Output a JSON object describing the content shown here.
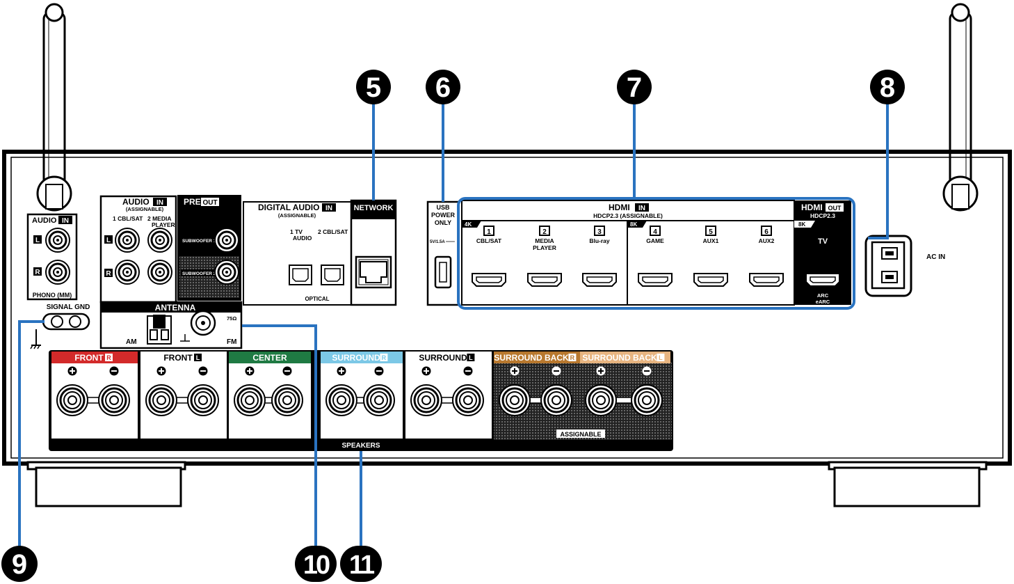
{
  "colors": {
    "accent_blue": "#2a73c0",
    "front_r": "#d32a2a",
    "center": "#1f7a43",
    "surround": "#7cc8e6",
    "surround_back_r": "#b8782e",
    "surround_back_l": "#e7b480"
  },
  "callouts": [
    {
      "id": "5",
      "label": "5"
    },
    {
      "id": "6",
      "label": "6"
    },
    {
      "id": "7",
      "label": "7"
    },
    {
      "id": "8",
      "label": "8"
    },
    {
      "id": "9",
      "label": "9"
    },
    {
      "id": "10",
      "label": "10"
    },
    {
      "id": "11",
      "label": "11"
    }
  ],
  "audio_in_left": {
    "title": "AUDIO",
    "badge": "IN",
    "l": "L",
    "r": "R",
    "sub": "PHONO (MM)"
  },
  "signal_gnd": "SIGNAL GND",
  "audio_in_assign": {
    "title": "AUDIO",
    "badge": "IN",
    "sub": "(ASSIGNABLE)",
    "col1": "1 CBL/SAT",
    "col2": "2  MEDIA",
    "col2b": "PLAYER",
    "l": "L",
    "r": "R"
  },
  "pre_out": {
    "title": "PRE",
    "badge": "OUT",
    "sub1": "SUBWOOFER 1",
    "sub2": "SUBWOOFER 2"
  },
  "digital_audio": {
    "title": "DIGITAL AUDIO",
    "badge": "IN",
    "sub": "(ASSIGNABLE)",
    "p1a": "1   TV",
    "p1b": "AUDIO",
    "p2": "2 CBL/SAT",
    "foot": "OPTICAL"
  },
  "network": "NETWORK",
  "usb": {
    "l1": "USB",
    "l2": "POWER",
    "l3": "ONLY",
    "rating": "5V/1.5A ═══"
  },
  "hdmi_in": {
    "title": "HDMI",
    "badge": "IN",
    "sub": "HDCP2.3  (ASSIGNABLE)",
    "tag4k": "4K",
    "tag8k": "8K",
    "ports": [
      {
        "num": "1",
        "l1": "CBL/SAT",
        "l2": ""
      },
      {
        "num": "2",
        "l1": "MEDIA",
        "l2": "PLAYER"
      },
      {
        "num": "3",
        "l1": "Blu-ray",
        "l2": ""
      },
      {
        "num": "4",
        "l1": "GAME",
        "l2": ""
      },
      {
        "num": "5",
        "l1": "AUX1",
        "l2": ""
      },
      {
        "num": "6",
        "l1": "AUX2",
        "l2": ""
      }
    ]
  },
  "hdmi_out": {
    "title": "HDMI",
    "badge": "OUT",
    "sub": "HDCP2.3",
    "tag": "8K",
    "tv": "TV",
    "arc1": "ARC",
    "arc2": "eARC"
  },
  "ac_in": "AC IN",
  "antenna": {
    "title": "ANTENNA",
    "am": "AM",
    "fm": "FM",
    "ohm": "75Ω"
  },
  "speakers": {
    "foot": "SPEAKERS",
    "assignable": "ASSIGNABLE",
    "channels": [
      {
        "name": "FRONT",
        "side": "R"
      },
      {
        "name": "FRONT",
        "side": "L"
      },
      {
        "name": "CENTER",
        "side": ""
      },
      {
        "name": "SURROUND",
        "side": "R"
      },
      {
        "name": "SURROUND",
        "side": "L"
      },
      {
        "name": "SURROUND BACK",
        "side": "R"
      },
      {
        "name": "SURROUND BACK",
        "side": "L"
      }
    ]
  }
}
